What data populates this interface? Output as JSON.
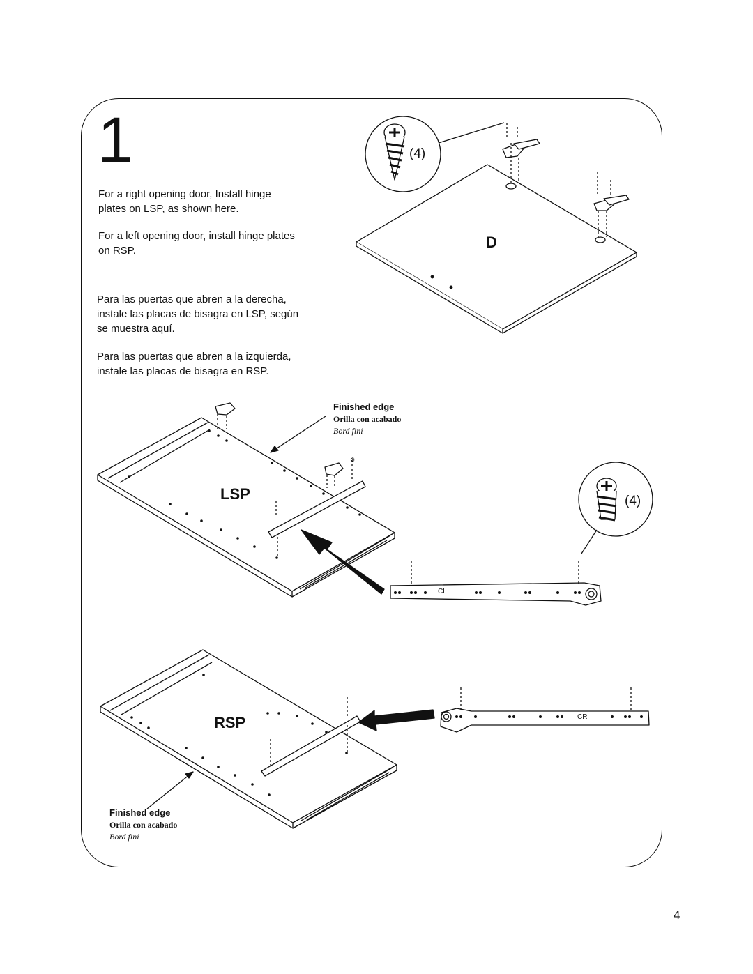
{
  "step": {
    "number": "1"
  },
  "instructions": {
    "en_right": [
      "For a right opening door, Install hinge",
      "plates on LSP, as shown here."
    ],
    "en_left": [
      "For a left opening door, install hinge plates",
      "on RSP."
    ],
    "es_right": [
      "Para las puertas que abren a la derecha,",
      "instale las placas de bisagra en LSP, según",
      "se muestra aquí."
    ],
    "es_left": [
      "Para las puertas que abren a la izquierda,",
      "instale las placas de bisagra en RSP."
    ]
  },
  "labels": {
    "door": "D",
    "lsp": "LSP",
    "rsp": "RSP",
    "screw_qty_top": "(4)",
    "screw_qty_right": "(4)",
    "rail_left_mark": "CL",
    "rail_right_mark": "CR"
  },
  "finished_edge": {
    "en": "Finished edge",
    "es": "Orilla con acabado",
    "fr": "Bord fini"
  },
  "page_number": "4"
}
